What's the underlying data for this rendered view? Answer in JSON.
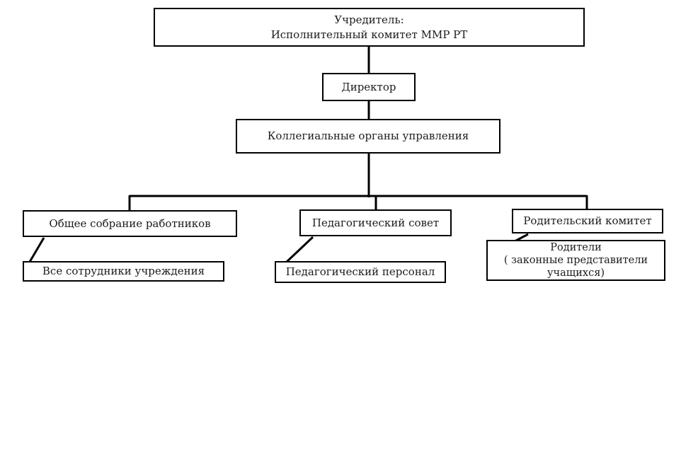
{
  "diagram": {
    "type": "org-chart",
    "nodes": {
      "founder": {
        "label": "Учредитель:\nИсполнительный комитет ММР РТ"
      },
      "director": {
        "label": "Директор"
      },
      "collegial_bodies": {
        "label": "Коллегиальные органы управления"
      },
      "general_meeting": {
        "label": "Общее собрание работников"
      },
      "pedagogical_council": {
        "label": "Педагогический совет"
      },
      "parent_committee": {
        "label": "Родительский комитет"
      },
      "all_employees": {
        "label": "Все сотрудники учреждения"
      },
      "pedagogical_staff": {
        "label": "Педагогический персонал"
      },
      "parents": {
        "label": "Родители\n( законные представители\nучащихся)"
      }
    },
    "edges": [
      {
        "from": "founder",
        "to": "director"
      },
      {
        "from": "director",
        "to": "collegial_bodies"
      },
      {
        "from": "collegial_bodies",
        "to": "general_meeting"
      },
      {
        "from": "collegial_bodies",
        "to": "pedagogical_council"
      },
      {
        "from": "collegial_bodies",
        "to": "parent_committee"
      },
      {
        "from": "general_meeting",
        "to": "all_employees"
      },
      {
        "from": "pedagogical_council",
        "to": "pedagogical_staff"
      },
      {
        "from": "parent_committee",
        "to": "parents"
      }
    ],
    "colors": {
      "border": "#000000",
      "line": "#000000",
      "background": "#ffffff",
      "text": "#1c1c1c"
    }
  }
}
